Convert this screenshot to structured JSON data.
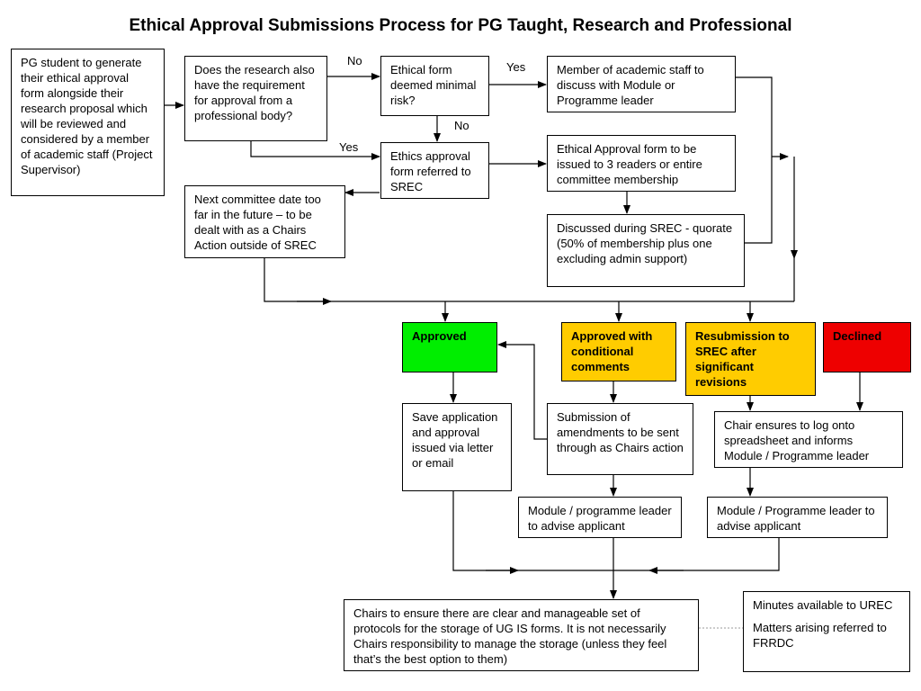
{
  "title": "Ethical Approval Submissions Process for PG Taught, Research and Professional",
  "colors": {
    "approved": "#00ee00",
    "conditional": "#ffcc00",
    "resubmission": "#ffcc00",
    "declined": "#ee0000"
  },
  "nodes": {
    "pg_student": "PG student to generate their ethical approval form alongside their research proposal which will be reviewed and considered by a member of academic staff (Project Supervisor)",
    "professional_body": "Does the research also have the requirement for approval from a professional body?",
    "minimal_risk": "Ethical form deemed minimal risk?",
    "academic_staff": "Member of academic staff to discuss with Module or Programme leader",
    "referred_srec": "Ethics approval form referred to SREC",
    "three_readers": "Ethical Approval form to be issued to 3 readers or entire committee membership",
    "chairs_action": "Next committee date too far in the future – to be dealt with as a Chairs Action outside of SREC",
    "quorate": "Discussed during SREC - quorate (50% of membership plus one excluding admin support)",
    "approved": "Approved",
    "conditional": "Approved with conditional comments",
    "resubmission": "Resubmission to SREC after significant revisions",
    "declined": "Declined",
    "save_application": "Save application and approval issued via letter or email",
    "amendments": "Submission of amendments to be sent through as Chairs action",
    "log_spreadsheet": "Chair ensures to log onto spreadsheet and informs Module / Programme leader",
    "module_leader_left": "Module / programme leader to advise applicant",
    "module_leader_right": "Module / Programme leader to advise applicant",
    "storage": "Chairs to ensure there are clear and manageable set of protocols for the storage of UG IS forms. It is not necessarily Chairs responsibility to manage the storage (unless they feel that’s the best option to them)",
    "minutes": "Minutes available to UREC",
    "matters": "Matters arising referred to FRRDC"
  },
  "edge_labels": {
    "no_top": "No",
    "yes_top": "Yes",
    "no_down": "No",
    "yes_left": "Yes"
  }
}
